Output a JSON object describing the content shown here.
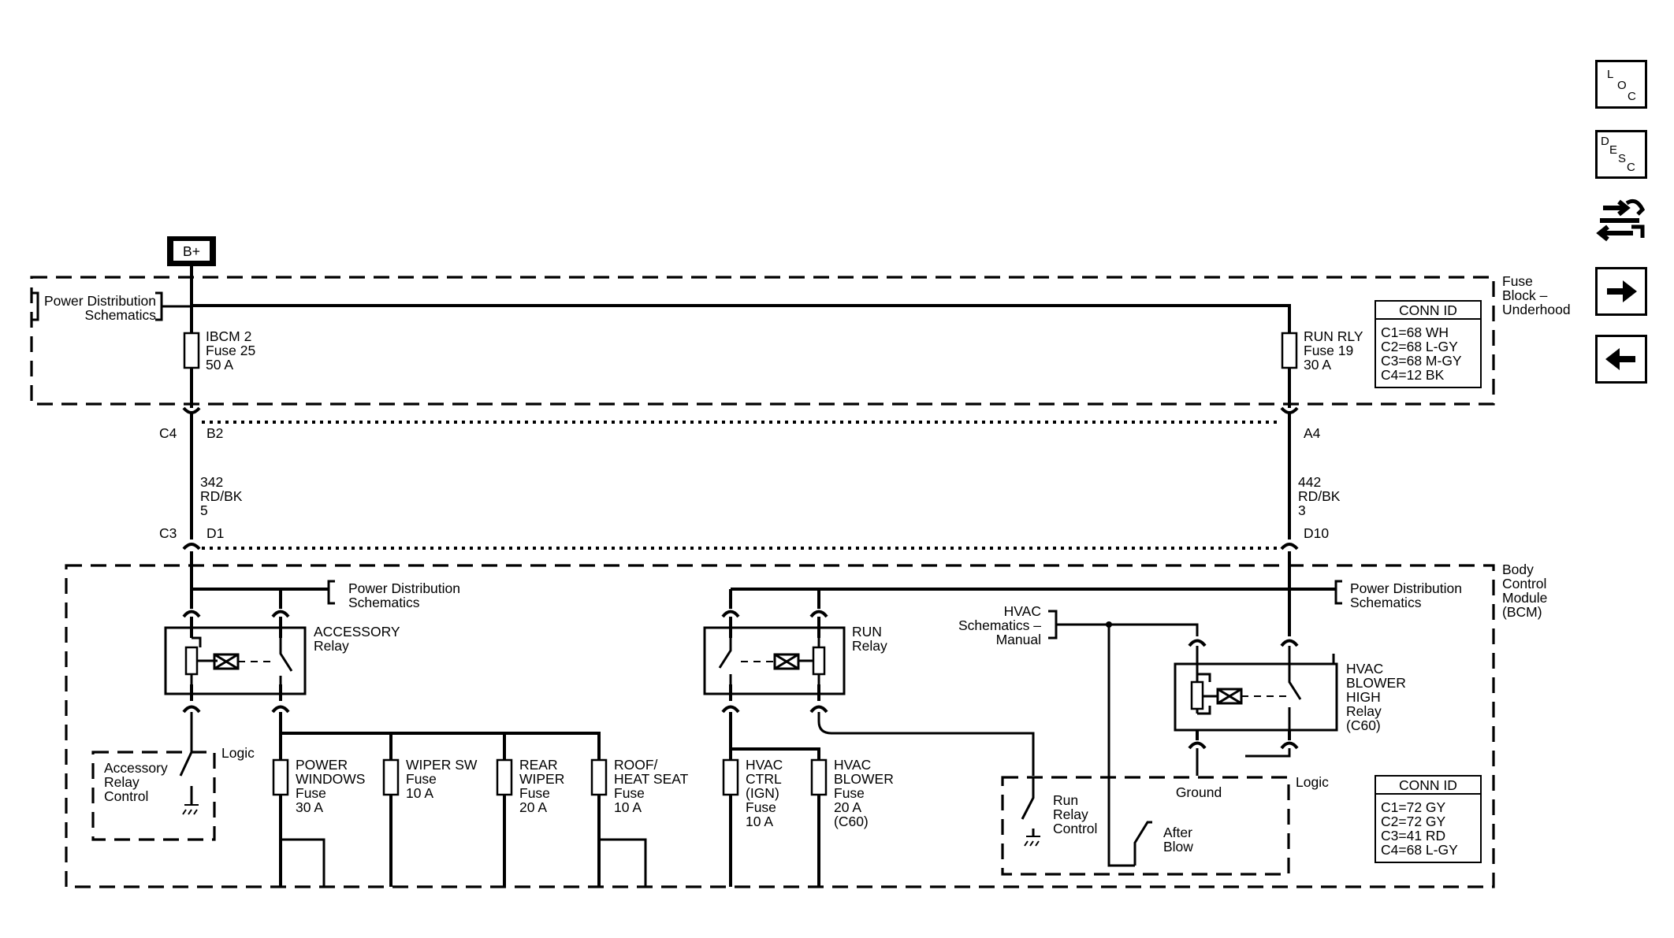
{
  "source": {
    "label": "B+"
  },
  "fuse_block": {
    "title_lines": [
      "Fuse",
      "Block –",
      "Underhood"
    ],
    "ref_lines": [
      "Power Distribution",
      "Schematics"
    ],
    "fuse_left": {
      "lines": [
        "IBCM 2",
        "Fuse 25",
        "50 A"
      ]
    },
    "fuse_right": {
      "lines": [
        "RUN RLY",
        "Fuse 19",
        "30 A"
      ]
    },
    "conn_title": "CONN ID",
    "conn_lines": [
      "C1=68 WH",
      "C2=68 L-GY",
      "C3=68 M-GY",
      "C4=12 BK"
    ]
  },
  "connectors": {
    "c4": "C4",
    "b2": "B2",
    "a4": "A4",
    "c3": "C3",
    "d1": "D1",
    "d10": "D10"
  },
  "wires": {
    "left": [
      "342",
      "RD/BK",
      "5"
    ],
    "right": [
      "442",
      "RD/BK",
      "3"
    ]
  },
  "bcm": {
    "title_lines": [
      "Body",
      "Control",
      "Module",
      "(BCM)"
    ],
    "ref_left": [
      "Power Distribution",
      "Schematics"
    ],
    "ref_right": [
      "Power Distribution",
      "Schematics"
    ],
    "hvac_ref": [
      "HVAC",
      "Schematics –",
      "Manual"
    ],
    "accessory_relay": [
      "ACCESSORY",
      "Relay"
    ],
    "run_relay": [
      "RUN",
      "Relay"
    ],
    "blower_relay": [
      "HVAC",
      "BLOWER",
      "HIGH",
      "Relay",
      "(C60)"
    ],
    "logic_left": "Logic",
    "logic_right": "Logic",
    "accessory_control": [
      "Accessory",
      "Relay",
      "Control"
    ],
    "run_control": [
      "Run",
      "Relay",
      "Control"
    ],
    "ground": "Ground",
    "after_blow": [
      "After",
      "Blow"
    ],
    "fuses": [
      {
        "lines": [
          "POWER",
          "WINDOWS",
          "Fuse",
          "30 A"
        ]
      },
      {
        "lines": [
          "WIPER SW",
          "Fuse",
          "10 A"
        ]
      },
      {
        "lines": [
          "REAR",
          "WIPER",
          "Fuse",
          "20 A"
        ]
      },
      {
        "lines": [
          "ROOF/",
          "HEAT SEAT",
          "Fuse",
          "10 A"
        ]
      },
      {
        "lines": [
          "HVAC",
          "CTRL",
          "(IGN)",
          "Fuse",
          "10 A"
        ]
      },
      {
        "lines": [
          "HVAC",
          "BLOWER",
          "Fuse",
          "20 A",
          "(C60)"
        ]
      }
    ],
    "conn_title": "CONN ID",
    "conn_lines": [
      "C1=72 GY",
      "C2=72 GY",
      "C3=41 RD",
      "C4=68 L-GY"
    ]
  },
  "nav": {
    "loc": [
      "L",
      "O",
      "C"
    ],
    "desc": [
      "D",
      "E",
      "S",
      "C"
    ],
    "icons": [
      "connector-view-icon",
      "arrow-right-icon",
      "arrow-left-icon"
    ]
  }
}
